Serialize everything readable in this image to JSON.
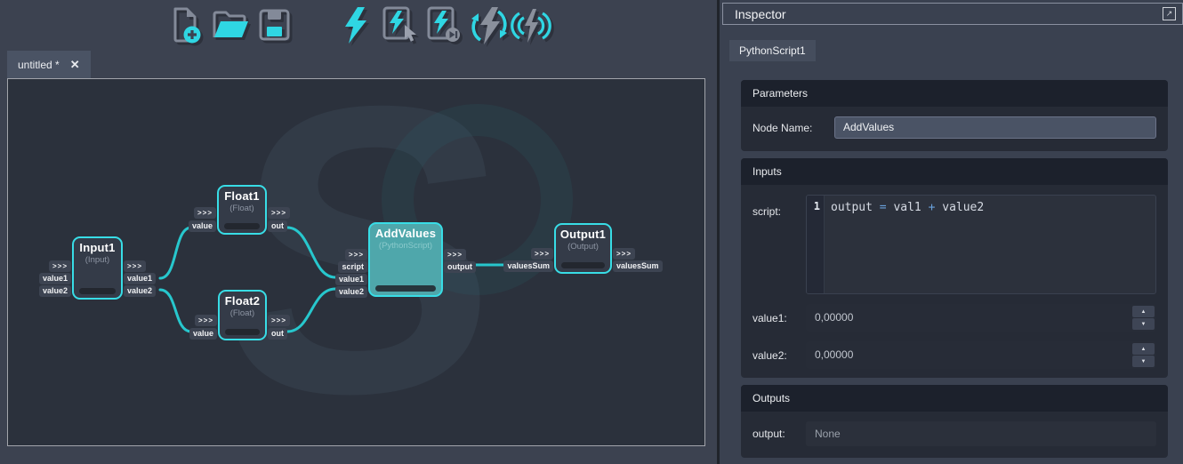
{
  "colors": {
    "accent": "#2fd6e3",
    "wire": "#27c7cd",
    "node_border": "#38dde6",
    "node_selected_fill": "#4fa7ab",
    "canvas_bg": "#2b313c",
    "panel_bg": "#3a4150"
  },
  "toolbar": {
    "icons": [
      "new-file-icon",
      "open-file-icon",
      "save-file-icon",
      "run-bolt-icon",
      "run-selected-bolt-icon",
      "run-step-bolt-icon",
      "run-refresh-bolt-icon",
      "run-broadcast-bolt-icon"
    ]
  },
  "tabbar": {
    "tabs": [
      {
        "label": "untitled *",
        "close_icon": "✕"
      }
    ]
  },
  "canvas": {
    "watermark": "S",
    "nodes": [
      {
        "title": "Input1",
        "subtitle": "(Input)",
        "selected": false,
        "inputs": [
          ">>>",
          "value1",
          "value2"
        ],
        "outputs": [
          ">>>",
          "value1",
          "value2"
        ]
      },
      {
        "title": "Float1",
        "subtitle": "(Float)",
        "selected": false,
        "inputs": [
          ">>>",
          "value"
        ],
        "outputs": [
          ">>>",
          "out"
        ]
      },
      {
        "title": "Float2",
        "subtitle": "(Float)",
        "selected": false,
        "inputs": [
          ">>>",
          "value"
        ],
        "outputs": [
          ">>>",
          "out"
        ]
      },
      {
        "title": "AddValues",
        "subtitle": "(PythonScript)",
        "selected": true,
        "inputs": [
          ">>>",
          "script",
          "value1",
          "value2"
        ],
        "outputs": [
          ">>>",
          "output"
        ]
      },
      {
        "title": "Output1",
        "subtitle": "(Output)",
        "selected": false,
        "inputs": [
          ">>>",
          "valuesSum"
        ],
        "outputs": [
          ">>>",
          "valuesSum"
        ]
      }
    ],
    "connections": [
      {
        "from": "Input1.value1",
        "to": "Float1.value"
      },
      {
        "from": "Input1.value2",
        "to": "Float2.value"
      },
      {
        "from": "Float1.out",
        "to": "AddValues.value1"
      },
      {
        "from": "Float2.out",
        "to": "AddValues.value2"
      },
      {
        "from": "AddValues.output",
        "to": "Output1.valuesSum"
      }
    ]
  },
  "inspector": {
    "title": "Inspector",
    "popout_icon": "↗",
    "tab": "PythonScript1",
    "spin_up": "▲",
    "spin_down": "▼",
    "sections": {
      "parameters": {
        "header": "Parameters",
        "node_name_label": "Node Name:",
        "node_name_value": "AddValues"
      },
      "inputs": {
        "header": "Inputs",
        "script_label": "script:",
        "code": {
          "line": "1",
          "t1": "output ",
          "o1": "= ",
          "t2": "val1 ",
          "o2": "+ ",
          "t3": "value2"
        },
        "value1_label": "value1:",
        "value1_value": "0,00000",
        "value2_label": "value2:",
        "value2_value": "0,00000"
      },
      "outputs": {
        "header": "Outputs",
        "output_label": "output:",
        "output_value": "None"
      }
    }
  }
}
